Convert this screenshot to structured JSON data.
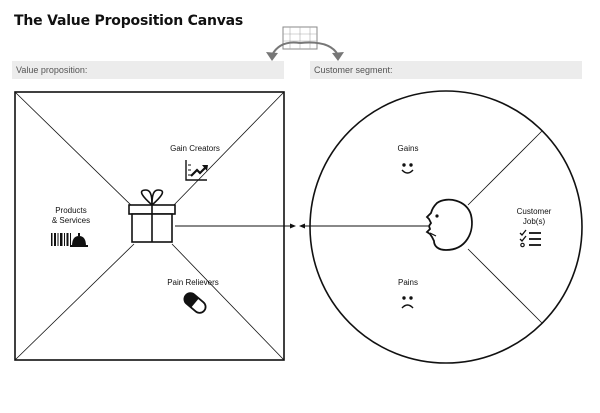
{
  "title": "The Value Proposition Canvas",
  "sections": {
    "left": "Value proposition:",
    "right": "Customer segment:"
  },
  "value_map": {
    "gain_creators": "Gain Creators",
    "products_services_line1": "Products",
    "products_services_line2": "& Services",
    "pain_relievers": "Pain Relievers"
  },
  "customer_profile": {
    "gains": "Gains",
    "pains": "Pains",
    "customer_jobs_line1": "Customer",
    "customer_jobs_line2": "Job(s)"
  },
  "icons": {
    "gift": "gift-icon",
    "gain_chart": "trend-up-chart-icon",
    "products": "barcode-bell-icon",
    "pill": "pill-icon",
    "smile": "smile-face-icon",
    "frown": "frown-face-icon",
    "checklist": "checklist-icon",
    "face": "face-profile-icon",
    "canvas_thumb": "canvas-thumbnail-icon"
  },
  "colors": {
    "line": "#111111",
    "bar": "#ececec",
    "bar_text": "#555555",
    "arrow_gray": "#777777"
  }
}
